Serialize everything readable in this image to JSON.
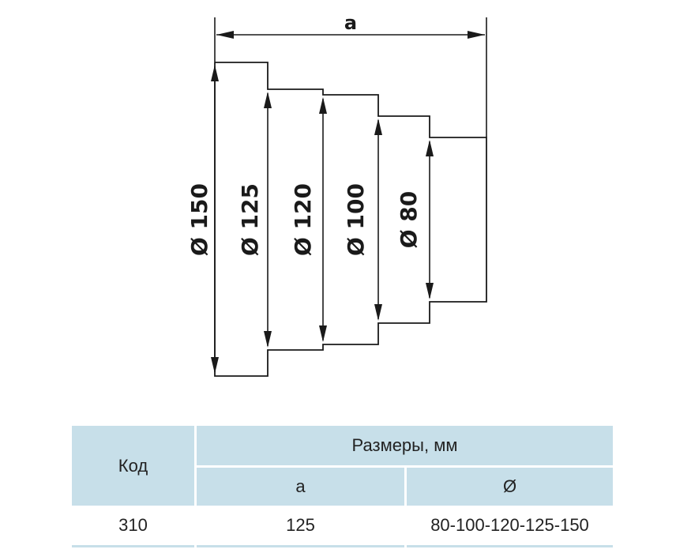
{
  "drawing": {
    "width_label": "a",
    "diameter_labels": [
      "Ø 150",
      "Ø 125",
      "Ø 120",
      "Ø 100",
      "Ø 80"
    ]
  },
  "table": {
    "code_header": "Код",
    "dimensions_header": "Размеры, мм",
    "col_a_header": "a",
    "col_d_header": "Ø",
    "rows": [
      {
        "code": "310",
        "a": "125",
        "d": "80-100-120-125-150"
      }
    ]
  },
  "colors": {
    "header_fill": "#c7dfe9",
    "line": "#1a1a1a"
  }
}
